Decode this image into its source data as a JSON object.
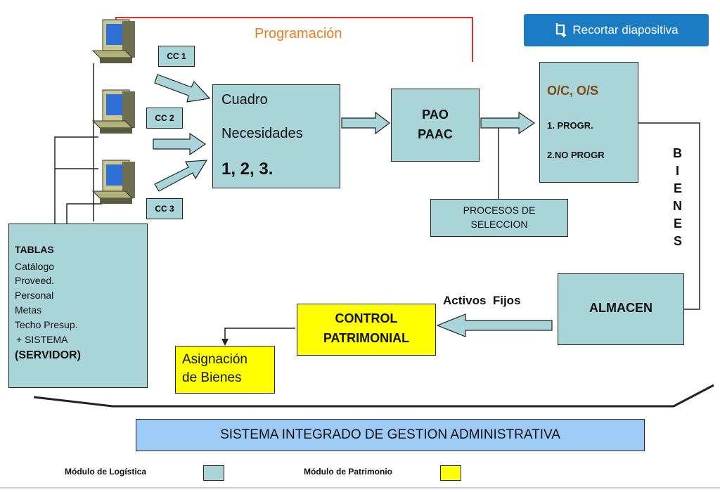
{
  "toolbar": {
    "crop_label": "Recortar diapositiva",
    "crop_icon": "crop-icon"
  },
  "diagram": {
    "programacion": "Programación",
    "cc": [
      "CC 1",
      "CC 2",
      "CC 3"
    ],
    "cuadro": {
      "line1": "Cuadro",
      "line2": "Necesidades",
      "line3": "1, 2, 3."
    },
    "pao": {
      "line1": "PAO",
      "line2": "PAAC"
    },
    "oc": {
      "title": "O/C, O/S",
      "item1": "1. PROGR.",
      "item2": "2.NO PROGR"
    },
    "procesos": {
      "line1": "PROCESOS DE",
      "line2": "SELECCION"
    },
    "bienes": [
      "B",
      "I",
      "E",
      "N",
      "E",
      "S"
    ],
    "almacen": "ALMACEN",
    "activos_fijos": "Activos  Fijos",
    "control": {
      "line1": "CONTROL",
      "line2": "PATRIMONIAL"
    },
    "asignacion": {
      "line1": "Asignación",
      "line2": "de Bienes"
    },
    "tablas": {
      "title": "TABLAS",
      "items": [
        "Catálogo",
        "Proveed.",
        "Personal",
        "Metas",
        "Techo Presup.",
        "+ SISTEMA"
      ],
      "footer": "(SERVIDOR)"
    },
    "sistema": "SISTEMA INTEGRADO DE GESTION ADMINISTRATIVA"
  },
  "legend": {
    "logistica": "Módulo de Logística",
    "patrimonio": "Módulo de Patrimonio"
  },
  "colors": {
    "module_logistica": "#a9d5d8",
    "module_patrimonio": "#ffff00",
    "programacion_line": "#e03020",
    "programacion_text": "#e67e22",
    "oc_title": "#7a4a14",
    "sistema_bar": "#9ecbf5",
    "button": "#1b7cc4"
  }
}
